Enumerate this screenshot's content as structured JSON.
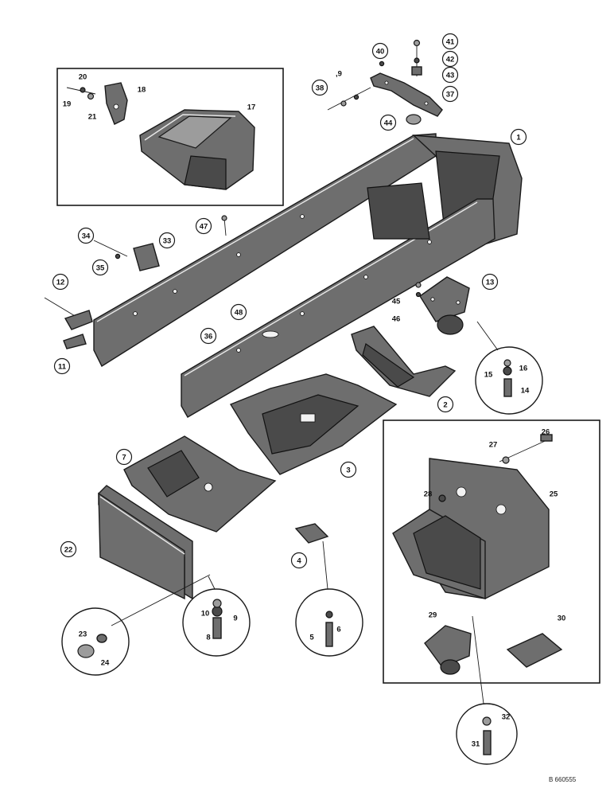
{
  "diagram": {
    "callouts": [
      "1",
      "2",
      "3",
      "4",
      "5",
      "6",
      "7",
      "8",
      "9",
      "10",
      "11",
      "12",
      "13",
      "14",
      "15",
      "16",
      "17",
      "18",
      "19",
      "20",
      "21",
      "22",
      "23",
      "24",
      "25",
      "26",
      "27",
      "28",
      "29",
      "30",
      "31",
      "32",
      "33",
      "34",
      "35",
      "36",
      "37",
      "38",
      ",9",
      "40",
      "41",
      "42",
      "43",
      "44",
      "45",
      "46",
      "47",
      "48"
    ],
    "reference_code": "B 660555"
  }
}
